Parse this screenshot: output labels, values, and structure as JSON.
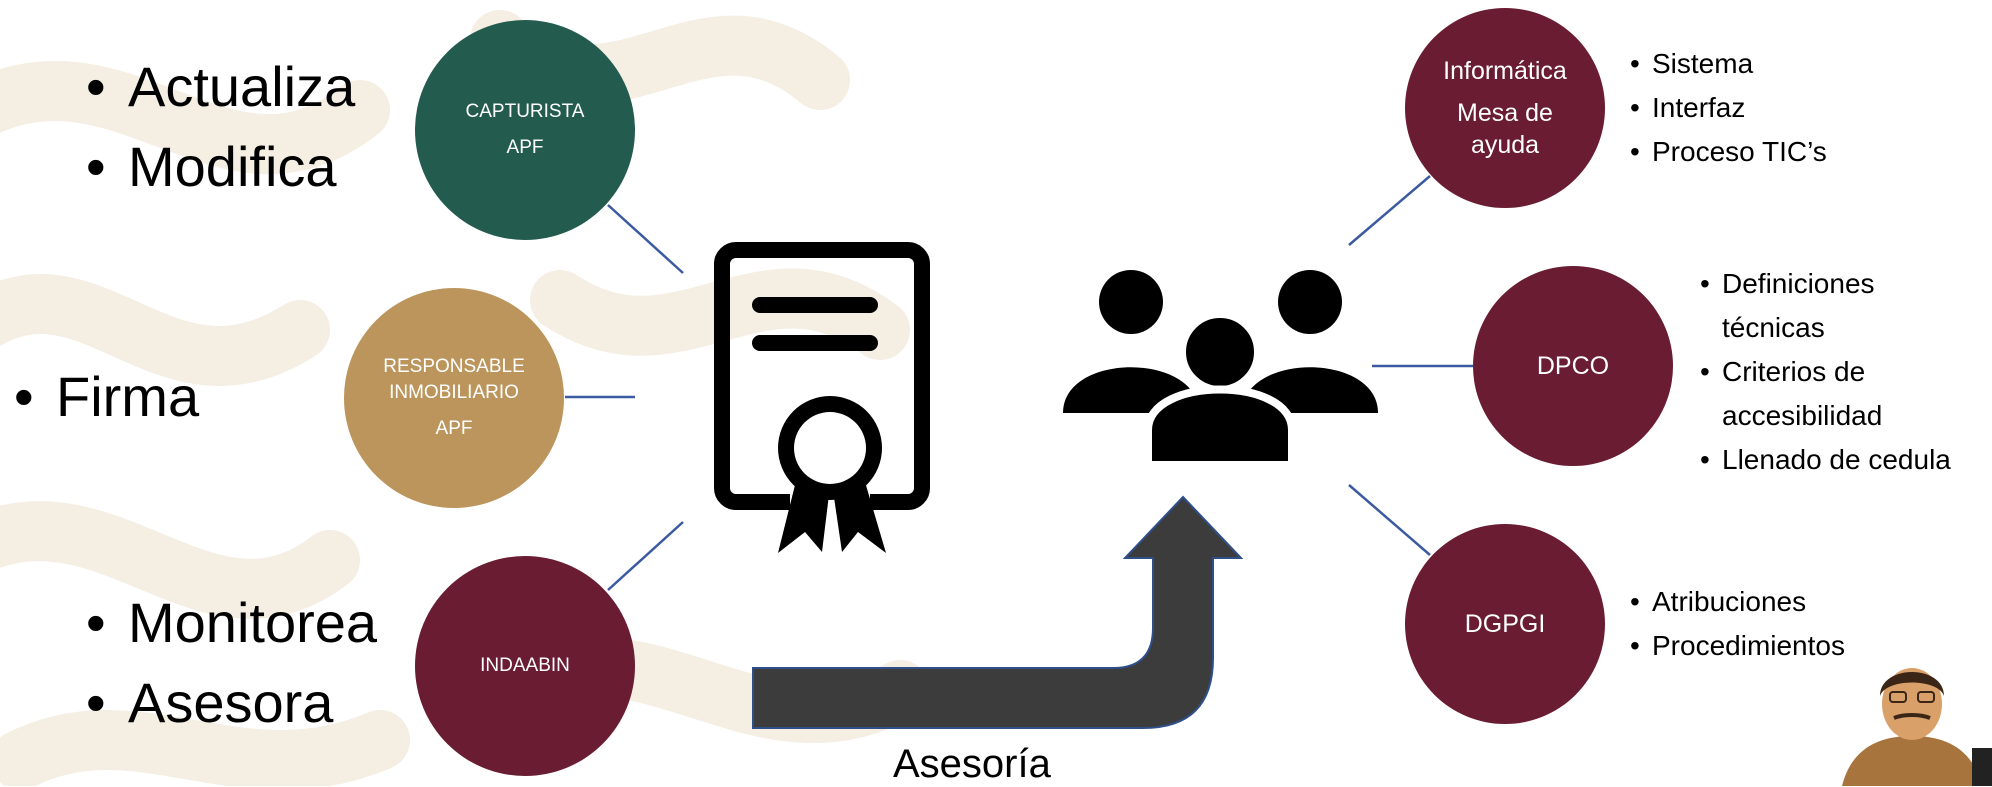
{
  "left_bullets_top": [
    "Actualiza",
    "Modifica"
  ],
  "left_bullet_mid": "Firma",
  "left_bullets_bottom": [
    "Monitorea",
    "Asesora"
  ],
  "circles": {
    "capturista": {
      "line1": "CAPTURISTA",
      "line2": "APF",
      "color": "#235b4e"
    },
    "responsable": {
      "line1": "RESPONSABLE",
      "line2": "INMOBILIARIO",
      "line3": "APF",
      "color": "#bc955c"
    },
    "indaabin": {
      "line1": "INDAABIN",
      "color": "#691c32"
    },
    "informatica": {
      "line1": "Informática",
      "line2": "Mesa de",
      "line3": "ayuda",
      "color": "#691c32"
    },
    "dpco": {
      "line1": "DPCO",
      "color": "#691c32"
    },
    "dgpgi": {
      "line1": "DGPGI",
      "color": "#691c32"
    }
  },
  "informatica_items": [
    "Sistema",
    "Interfaz",
    "Proceso TIC’s"
  ],
  "dpco_items": [
    "Definiciones",
    "técnicas",
    "Criterios de",
    "accesibilidad",
    "Llenado de cedula"
  ],
  "dgpgi_items": [
    "Atribuciones",
    "Procedimientos"
  ],
  "arrow_caption": "Asesoría",
  "icons": [
    "certificate-icon",
    "group-icon",
    "arrow-up-icon"
  ],
  "colors": {
    "line": "#3b5aa0",
    "arrow": "#3c3c3c",
    "pattern": "#f7f2ea"
  }
}
